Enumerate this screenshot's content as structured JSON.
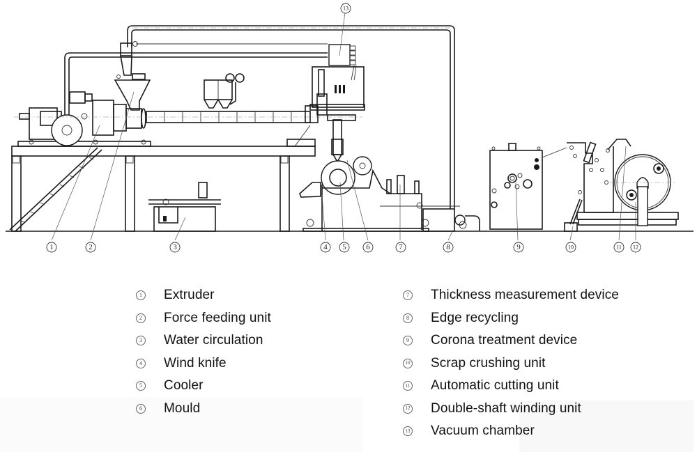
{
  "diagram": {
    "type": "equipment layout schematic",
    "subject": "cast film extrusion line",
    "callouts": [
      {
        "number": "1",
        "target": "extruder"
      },
      {
        "number": "2",
        "target": "force-feeding-unit"
      },
      {
        "number": "3",
        "target": "water-circulation"
      },
      {
        "number": "4",
        "target": "wind-knife"
      },
      {
        "number": "5",
        "target": "cooler"
      },
      {
        "number": "6",
        "target": "mould"
      },
      {
        "number": "7",
        "target": "thickness-measurement-device"
      },
      {
        "number": "8",
        "target": "edge-recycling"
      },
      {
        "number": "9",
        "target": "corona-treatment-device"
      },
      {
        "number": "10",
        "target": "scrap-crushing-unit"
      },
      {
        "number": "11",
        "target": "automatic-cutting-unit"
      },
      {
        "number": "12",
        "target": "double-shaft-winding-unit"
      },
      {
        "number": "13",
        "target": "vacuum-chamber"
      }
    ]
  },
  "legend": {
    "left": [
      {
        "number": "1",
        "label": "Extruder"
      },
      {
        "number": "2",
        "label": "Force feeding unit"
      },
      {
        "number": "3",
        "label": "Water circulation"
      },
      {
        "number": "4",
        "label": "Wind knife"
      },
      {
        "number": "5",
        "label": "Cooler"
      },
      {
        "number": "6",
        "label": "Mould"
      }
    ],
    "right": [
      {
        "number": "7",
        "label": "Thickness measurement device"
      },
      {
        "number": "8",
        "label": "Edge recycling"
      },
      {
        "number": "9",
        "label": "Corona treatment device"
      },
      {
        "number": "10",
        "label": "Scrap crushing unit"
      },
      {
        "number": "11",
        "label": "Automatic cutting unit"
      },
      {
        "number": "12",
        "label": "Double-shaft winding unit"
      },
      {
        "number": "13",
        "label": "Vacuum chamber"
      }
    ]
  },
  "colors": {
    "line": "#1a1a1a",
    "background": "#ffffff",
    "leader": "#555555"
  }
}
